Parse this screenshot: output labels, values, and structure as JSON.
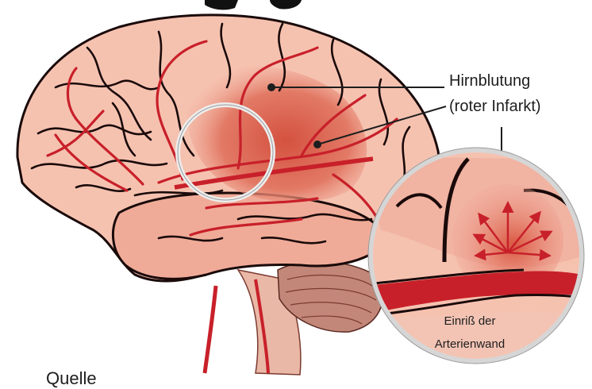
{
  "labels": {
    "hemorrhage": "Hirnblutung",
    "red_infarct": "(roter Infarkt)",
    "tear_line1": "Einriß der",
    "tear_line2": "Arterienwand",
    "source": "Quelle"
  },
  "colors": {
    "brain_light": "#f6c2b0",
    "brain_mid": "#ec9c8a",
    "bleed_zone": "#dd6654",
    "artery": "#c8202a",
    "sulcus": "#1a0a0a",
    "cerebellum": "#c28778",
    "zoom_ring": "#d6d6d6"
  }
}
